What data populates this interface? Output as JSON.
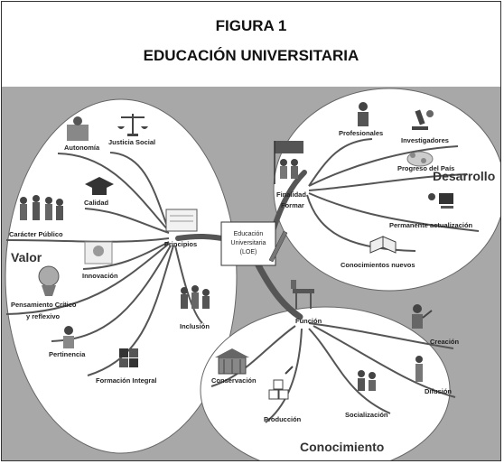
{
  "header": {
    "figure_number": "FIGURA 1",
    "title": "EDUCACIÓN UNIVERSITARIA"
  },
  "center": {
    "line1": "Educación",
    "line2": "Universitaria",
    "line3": "(LOE)"
  },
  "valor": {
    "heading": "Valor",
    "hub": "Principios",
    "items": [
      "Autonomía",
      "Justicia Social",
      "Calidad",
      "Carácter Público",
      "Innovación",
      "Pensamiento Crítico",
      "y reflexivo",
      "Pertinencia",
      "Formación Integral",
      "Inclusión"
    ]
  },
  "desarrollo": {
    "heading": "Desarrollo",
    "hub": "Finalidad",
    "hub_sub": "Formar",
    "items": [
      "Profesionales",
      "Investigadores",
      "Progreso del País",
      "Permanente actualización",
      "Conocimientos nuevos"
    ]
  },
  "conocimiento": {
    "heading": "Conocimiento",
    "hub": "Función",
    "items": [
      "Creación",
      "Conservación",
      "Difusión",
      "Producción",
      "Socialización"
    ]
  },
  "colors": {
    "background": "#a8a8a8",
    "ellipse": "#ffffff",
    "branch": "#555555"
  }
}
